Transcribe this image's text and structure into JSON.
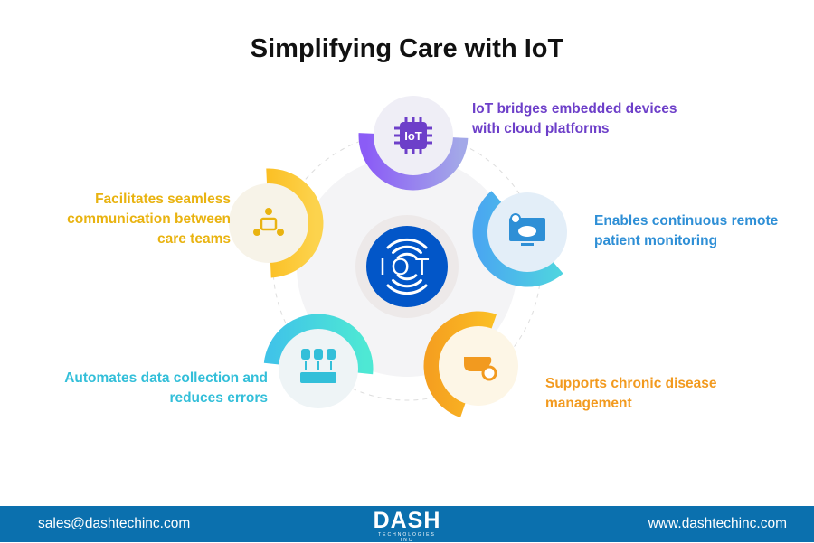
{
  "title": "Simplifying Care with IoT",
  "center": {
    "label": "IOT",
    "color": "#0256c8"
  },
  "nodes": [
    {
      "id": "top",
      "label": "IoT bridges embedded devices with cloud platforms",
      "color": "#6d3fc9",
      "arc": [
        "#8b5cf6",
        "#a3a8e8"
      ],
      "fill": "#efeef6",
      "icon": "iot-chip-icon"
    },
    {
      "id": "right",
      "label": "Enables continuous remote patient monitoring",
      "color": "#2e8fd6",
      "arc": [
        "#4aa8f0",
        "#4fd3e0"
      ],
      "fill": "#e3eef8",
      "icon": "cloud-monitor-icon"
    },
    {
      "id": "bottom-right",
      "label": "Supports chronic disease management",
      "color": "#f29a1f",
      "arc": [
        "#f5a020",
        "#fbbf24"
      ],
      "fill": "#fdf6e6",
      "icon": "liver-gear-icon"
    },
    {
      "id": "bottom-left",
      "label": "Automates data collection and reduces errors",
      "color": "#33bfd9",
      "arc": [
        "#40c4e8",
        "#4ee8d4"
      ],
      "fill": "#eef4f6",
      "icon": "database-transfer-icon"
    },
    {
      "id": "left",
      "label": "Facilitates seamless communication between care teams",
      "color": "#e9b310",
      "arc": [
        "#fbbf24",
        "#fcd34d"
      ],
      "fill": "#f7f3e8",
      "icon": "team-communication-icon"
    }
  ],
  "footer": {
    "email": "sales@dashtechinc.com",
    "brand": "DASH",
    "brand_sub": "TECHNOLOGIES INC",
    "website": "www.dashtechinc.com",
    "color": "#0b70ae"
  }
}
